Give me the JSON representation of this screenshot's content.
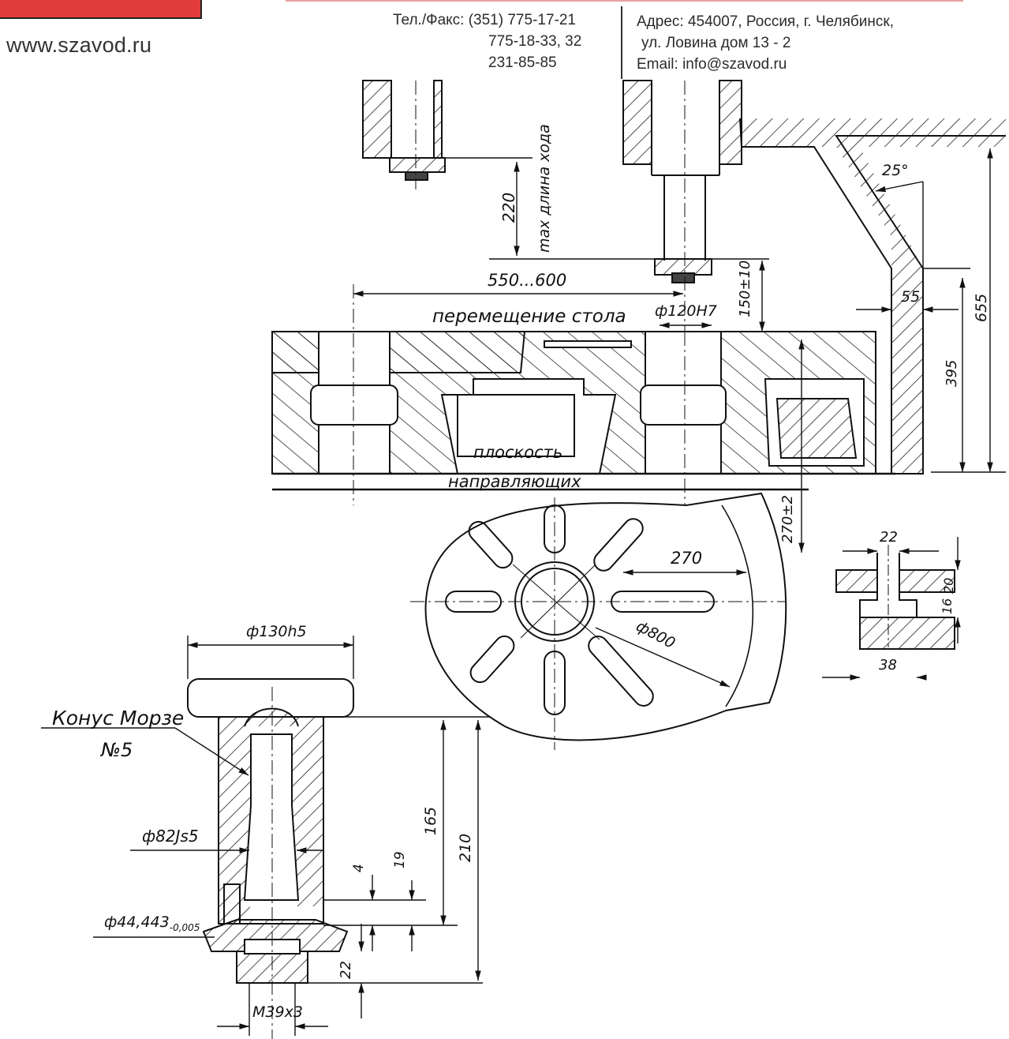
{
  "header": {
    "website": "www.szavod.ru",
    "tel_lines": [
      "Тел./Факс: (351) 775-17-21",
      "775-18-33, 32",
      "231-85-85"
    ],
    "address_lines": [
      "Адрес: 454007, Россия, г. Челябинск,",
      "ул. Ловина дом 13 - 2",
      "Email: info@szavod.ru"
    ],
    "accent_color": "#e23b3b"
  },
  "drawing": {
    "dim_220": "220",
    "max_stroke": "max длина хода",
    "dim_550_600": "550...600",
    "table_move": "перемещение стола",
    "dim_d120": "ф120H7",
    "dim_150": "150±10",
    "dim_25deg": "25°",
    "dim_55": "55",
    "dim_395": "395",
    "dim_655": "655",
    "plane_1": "плоскость",
    "plane_2": "направляющих",
    "dim_270_2": "270±2",
    "dim_270": "270",
    "dim_d800": "ф800",
    "slot_22": "22",
    "slot_20": "20",
    "slot_16": "16",
    "slot_38": "38",
    "dim_d130": "ф130h5",
    "morse_1": "Конус Морзе",
    "morse_2": "№5",
    "dim_d82": "ф82Js5",
    "dim_d44": "ф44,443",
    "dim_d44_tol": "-0,005",
    "dim_4": "4",
    "dim_19": "19",
    "dim_165": "165",
    "dim_210": "210",
    "dim_22b": "22",
    "dim_m39": "M39x3"
  }
}
